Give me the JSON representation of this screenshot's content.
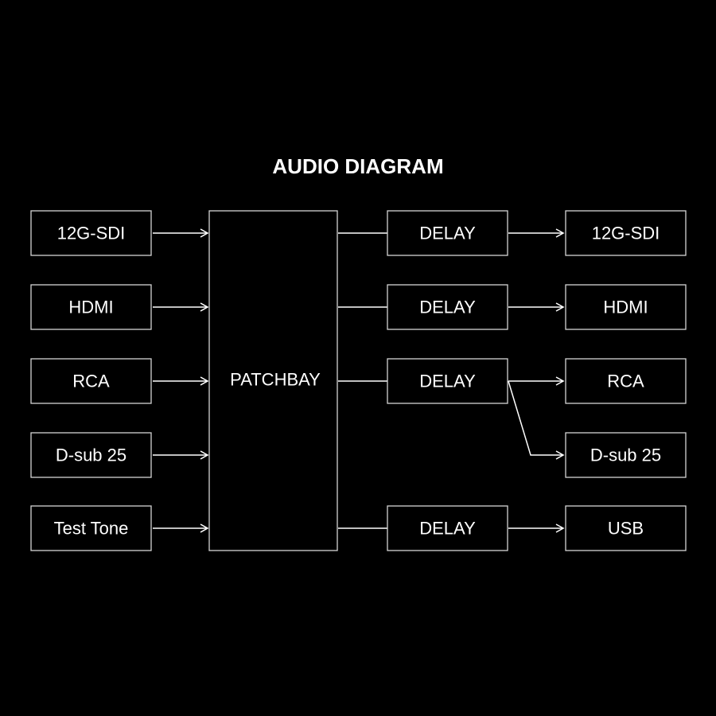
{
  "title": "AUDIO DIAGRAM",
  "colors": {
    "background": "#000000",
    "stroke": "#ffffff",
    "text": "#ffffff"
  },
  "inputs": [
    {
      "id": "in-12g-sdi",
      "label": "12G-SDI"
    },
    {
      "id": "in-hdmi",
      "label": "HDMI"
    },
    {
      "id": "in-rca",
      "label": "RCA"
    },
    {
      "id": "in-dsub25",
      "label": "D-sub 25"
    },
    {
      "id": "in-test-tone",
      "label": "Test Tone"
    }
  ],
  "patchbay": {
    "id": "patchbay",
    "label": "PATCHBAY"
  },
  "delays": [
    {
      "id": "delay-1",
      "label": "DELAY"
    },
    {
      "id": "delay-2",
      "label": "DELAY"
    },
    {
      "id": "delay-3",
      "label": "DELAY"
    },
    {
      "id": "delay-4",
      "label": "DELAY"
    }
  ],
  "outputs": [
    {
      "id": "out-12g-sdi",
      "label": "12G-SDI"
    },
    {
      "id": "out-hdmi",
      "label": "HDMI"
    },
    {
      "id": "out-rca",
      "label": "RCA"
    },
    {
      "id": "out-dsub25",
      "label": "D-sub 25"
    },
    {
      "id": "out-usb",
      "label": "USB"
    }
  ],
  "connections": [
    {
      "from": "in-12g-sdi",
      "to": "patchbay",
      "arrow": true
    },
    {
      "from": "in-hdmi",
      "to": "patchbay",
      "arrow": true
    },
    {
      "from": "in-rca",
      "to": "patchbay",
      "arrow": true
    },
    {
      "from": "in-dsub25",
      "to": "patchbay",
      "arrow": true
    },
    {
      "from": "in-test-tone",
      "to": "patchbay",
      "arrow": true
    },
    {
      "from": "patchbay",
      "to": "delay-1",
      "arrow": false
    },
    {
      "from": "patchbay",
      "to": "delay-2",
      "arrow": false
    },
    {
      "from": "patchbay",
      "to": "delay-3",
      "arrow": false
    },
    {
      "from": "patchbay",
      "to": "delay-4",
      "arrow": false
    },
    {
      "from": "delay-1",
      "to": "out-12g-sdi",
      "arrow": true
    },
    {
      "from": "delay-2",
      "to": "out-hdmi",
      "arrow": true
    },
    {
      "from": "delay-3",
      "to": "out-rca",
      "arrow": true
    },
    {
      "from": "delay-3",
      "to": "out-dsub25",
      "arrow": true
    },
    {
      "from": "delay-4",
      "to": "out-usb",
      "arrow": true
    }
  ]
}
